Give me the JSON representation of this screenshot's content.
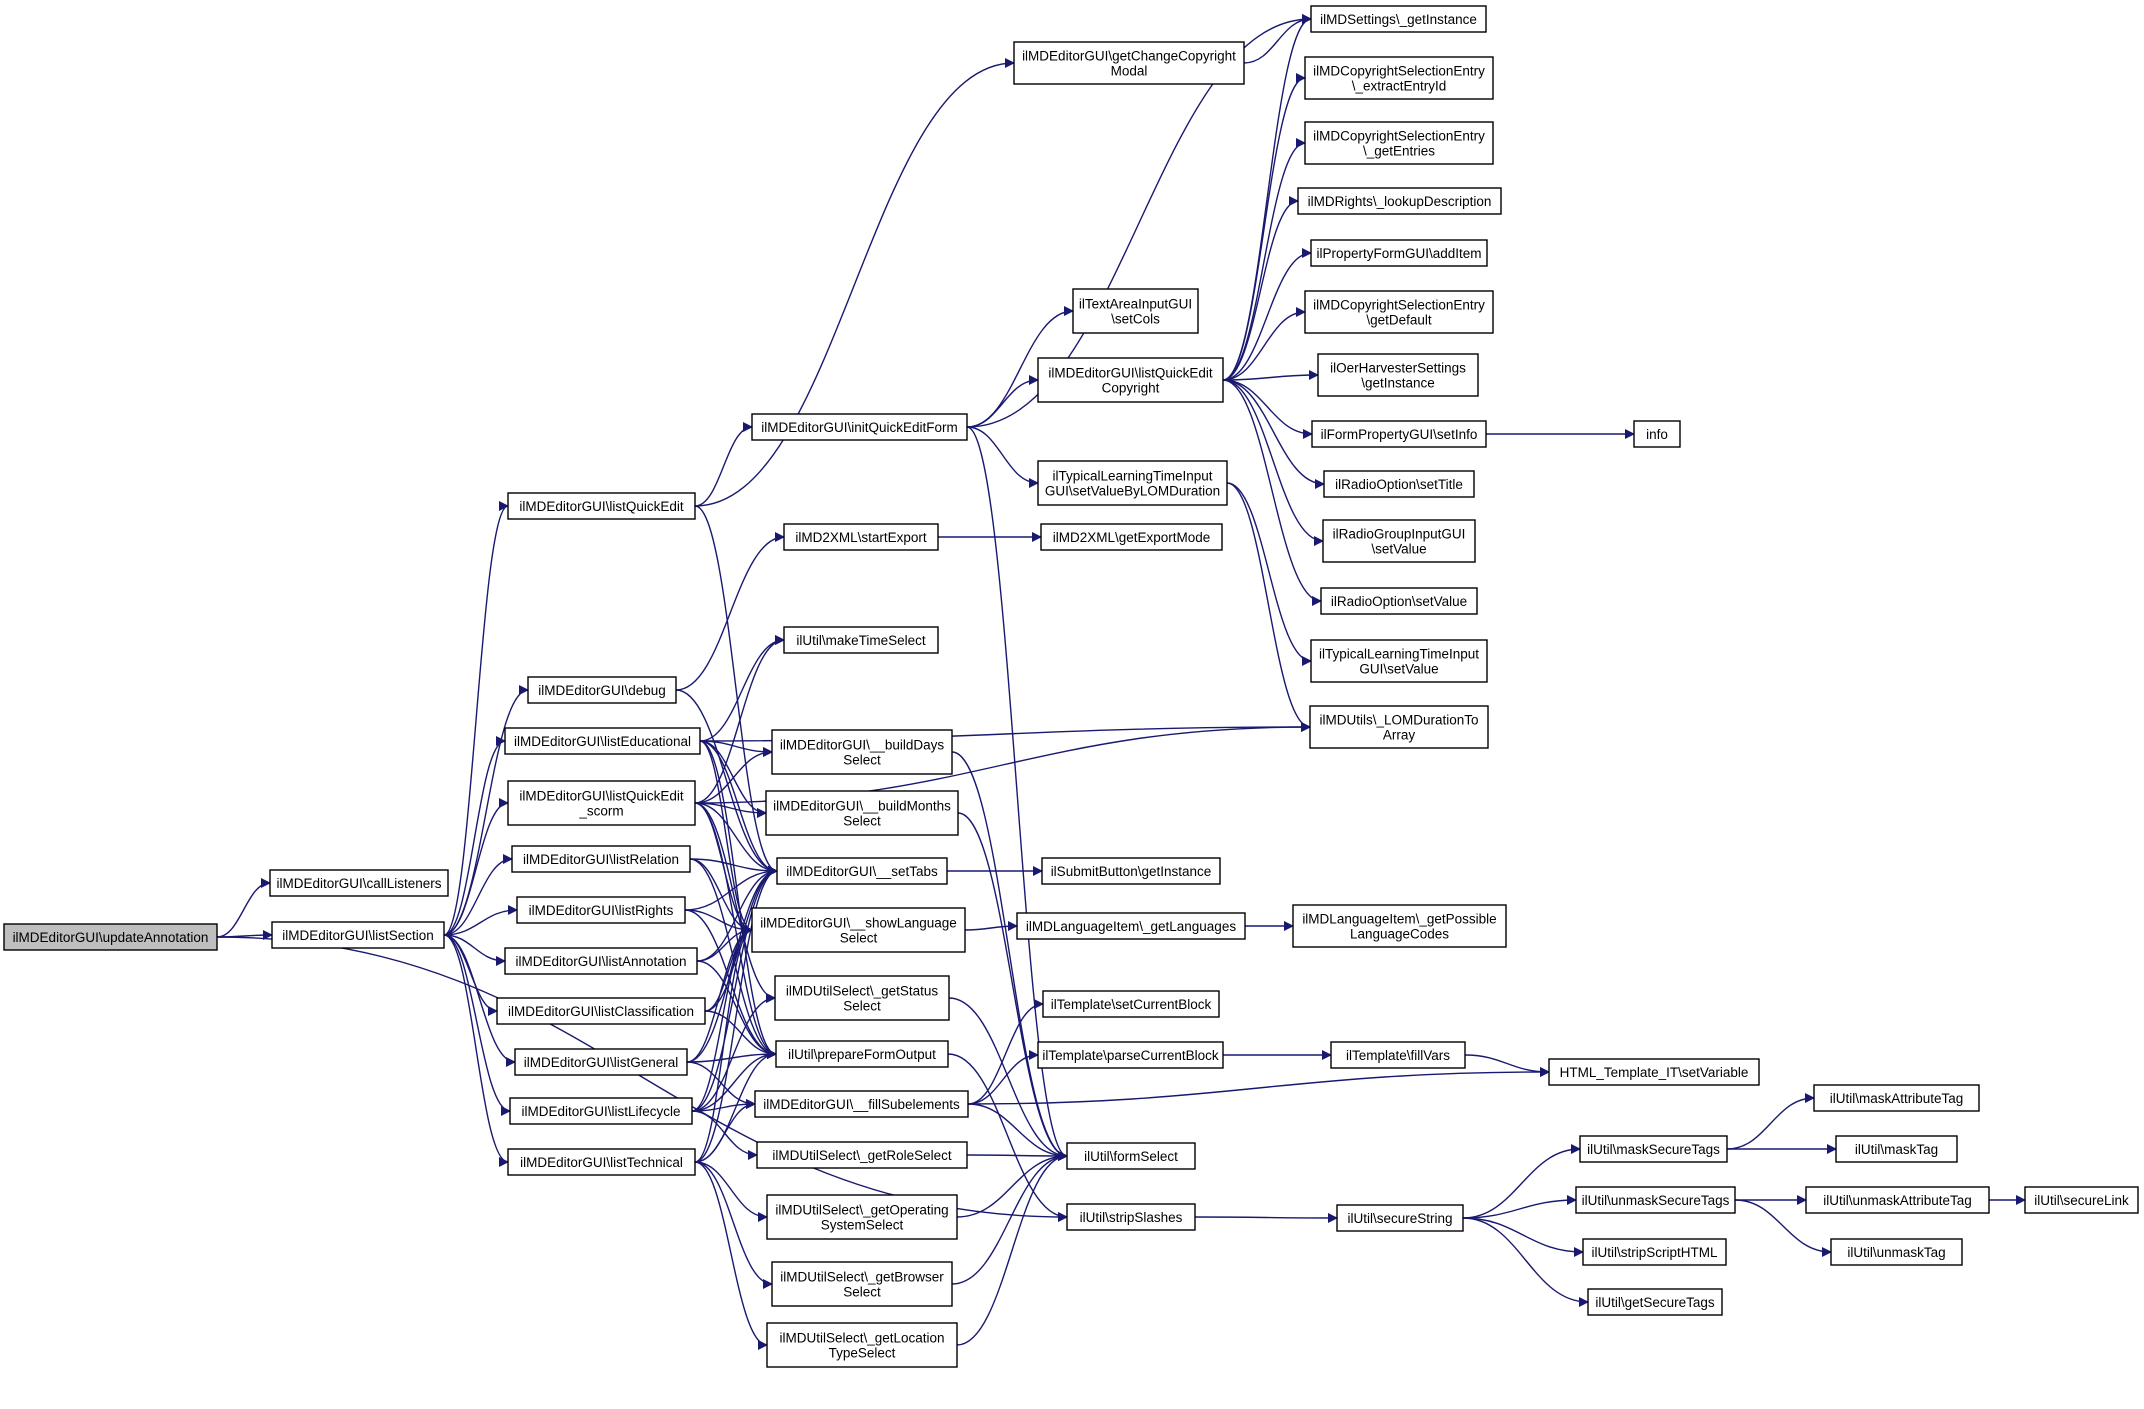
{
  "root": "ilMDEditorGUI\\updateAnnotation",
  "nodes": [
    {
      "id": "updateAnnotation",
      "lines": [
        "ilMDEditorGUI\\updateAnnotation"
      ],
      "root": true
    },
    {
      "id": "callListeners",
      "lines": [
        "ilMDEditorGUI\\callListeners"
      ]
    },
    {
      "id": "listSection",
      "lines": [
        "ilMDEditorGUI\\listSection"
      ]
    },
    {
      "id": "listQuickEdit",
      "lines": [
        "ilMDEditorGUI\\listQuickEdit"
      ]
    },
    {
      "id": "debug",
      "lines": [
        "ilMDEditorGUI\\debug"
      ]
    },
    {
      "id": "listEducational",
      "lines": [
        "ilMDEditorGUI\\listEducational"
      ]
    },
    {
      "id": "listQuickEditScorm",
      "lines": [
        "ilMDEditorGUI\\listQuickEdit",
        "_scorm"
      ]
    },
    {
      "id": "listRelation",
      "lines": [
        "ilMDEditorGUI\\listRelation"
      ]
    },
    {
      "id": "listRights",
      "lines": [
        "ilMDEditorGUI\\listRights"
      ]
    },
    {
      "id": "listAnnotation",
      "lines": [
        "ilMDEditorGUI\\listAnnotation"
      ]
    },
    {
      "id": "listClassification",
      "lines": [
        "ilMDEditorGUI\\listClassification"
      ]
    },
    {
      "id": "listGeneral",
      "lines": [
        "ilMDEditorGUI\\listGeneral"
      ]
    },
    {
      "id": "listLifecycle",
      "lines": [
        "ilMDEditorGUI\\listLifecycle"
      ]
    },
    {
      "id": "listTechnical",
      "lines": [
        "ilMDEditorGUI\\listTechnical"
      ]
    },
    {
      "id": "getChangeCopyrightModal",
      "lines": [
        "ilMDEditorGUI\\getChangeCopyright",
        "Modal"
      ]
    },
    {
      "id": "initQuickEditForm",
      "lines": [
        "ilMDEditorGUI\\initQuickEditForm"
      ]
    },
    {
      "id": "startExport",
      "lines": [
        "ilMD2XML\\startExport"
      ]
    },
    {
      "id": "makeTimeSelect",
      "lines": [
        "ilUtil\\makeTimeSelect"
      ]
    },
    {
      "id": "buildDaysSelect",
      "lines": [
        "ilMDEditorGUI\\__buildDays",
        "Select"
      ]
    },
    {
      "id": "buildMonthsSelect",
      "lines": [
        "ilMDEditorGUI\\__buildMonths",
        "Select"
      ]
    },
    {
      "id": "setTabs",
      "lines": [
        "ilMDEditorGUI\\__setTabs"
      ]
    },
    {
      "id": "showLanguageSelect",
      "lines": [
        "ilMDEditorGUI\\__showLanguage",
        "Select"
      ]
    },
    {
      "id": "getStatusSelect",
      "lines": [
        "ilMDUtilSelect\\_getStatus",
        "Select"
      ]
    },
    {
      "id": "prepareFormOutput",
      "lines": [
        "ilUtil\\prepareFormOutput"
      ]
    },
    {
      "id": "fillSubelements",
      "lines": [
        "ilMDEditorGUI\\__fillSubelements"
      ]
    },
    {
      "id": "getRoleSelect",
      "lines": [
        "ilMDUtilSelect\\_getRoleSelect"
      ]
    },
    {
      "id": "getOperatingSystemSelect",
      "lines": [
        "ilMDUtilSelect\\_getOperating",
        "SystemSelect"
      ]
    },
    {
      "id": "getBrowserSelect",
      "lines": [
        "ilMDUtilSelect\\_getBrowser",
        "Select"
      ]
    },
    {
      "id": "getLocationTypeSelect",
      "lines": [
        "ilMDUtilSelect\\_getLocation",
        "TypeSelect"
      ]
    },
    {
      "id": "setCols",
      "lines": [
        "ilTextAreaInputGUI",
        "\\setCols"
      ]
    },
    {
      "id": "listQuickEditCopyright",
      "lines": [
        "ilMDEditorGUI\\listQuickEdit",
        "Copyright"
      ]
    },
    {
      "id": "setValueByLOMDuration",
      "lines": [
        "ilTypicalLearningTimeInput",
        "GUI\\setValueByLOMDuration"
      ]
    },
    {
      "id": "getExportMode",
      "lines": [
        "ilMD2XML\\getExportMode"
      ]
    },
    {
      "id": "submitGetInstance",
      "lines": [
        "ilSubmitButton\\getInstance"
      ]
    },
    {
      "id": "getLanguages",
      "lines": [
        "ilMDLanguageItem\\_getLanguages"
      ]
    },
    {
      "id": "setCurrentBlock",
      "lines": [
        "ilTemplate\\setCurrentBlock"
      ]
    },
    {
      "id": "parseCurrentBlock",
      "lines": [
        "ilTemplate\\parseCurrentBlock"
      ]
    },
    {
      "id": "formSelect",
      "lines": [
        "ilUtil\\formSelect"
      ]
    },
    {
      "id": "stripSlashes",
      "lines": [
        "ilUtil\\stripSlashes"
      ]
    },
    {
      "id": "settingsGetInstance",
      "lines": [
        "ilMDSettings\\_getInstance"
      ]
    },
    {
      "id": "extractEntryId",
      "lines": [
        "ilMDCopyrightSelectionEntry",
        "\\_extractEntryId"
      ]
    },
    {
      "id": "getEntries",
      "lines": [
        "ilMDCopyrightSelectionEntry",
        "\\_getEntries"
      ]
    },
    {
      "id": "lookupDescription",
      "lines": [
        "ilMDRights\\_lookupDescription"
      ]
    },
    {
      "id": "addItem",
      "lines": [
        "ilPropertyFormGUI\\addItem"
      ]
    },
    {
      "id": "getDefault",
      "lines": [
        "ilMDCopyrightSelectionEntry",
        "\\getDefault"
      ]
    },
    {
      "id": "oerGetInstance",
      "lines": [
        "ilOerHarvesterSettings",
        "\\getInstance"
      ]
    },
    {
      "id": "setInfo",
      "lines": [
        "ilFormPropertyGUI\\setInfo"
      ]
    },
    {
      "id": "info",
      "lines": [
        "info"
      ]
    },
    {
      "id": "radioSetTitle",
      "lines": [
        "ilRadioOption\\setTitle"
      ]
    },
    {
      "id": "radioGroupSetValue",
      "lines": [
        "ilRadioGroupInputGUI",
        "\\setValue"
      ]
    },
    {
      "id": "radioSetValue",
      "lines": [
        "ilRadioOption\\setValue"
      ]
    },
    {
      "id": "tltSetValue",
      "lines": [
        "ilTypicalLearningTimeInput",
        "GUI\\setValue"
      ]
    },
    {
      "id": "lomDurationToArray",
      "lines": [
        "ilMDUtils\\_LOMDurationTo",
        "Array"
      ]
    },
    {
      "id": "getPossibleLanguageCodes",
      "lines": [
        "ilMDLanguageItem\\_getPossible",
        "LanguageCodes"
      ]
    },
    {
      "id": "fillVars",
      "lines": [
        "ilTemplate\\fillVars"
      ]
    },
    {
      "id": "htmlSetVariable",
      "lines": [
        "HTML_Template_IT\\setVariable"
      ]
    },
    {
      "id": "secureString",
      "lines": [
        "ilUtil\\secureString"
      ]
    },
    {
      "id": "maskSecureTags",
      "lines": [
        "ilUtil\\maskSecureTags"
      ]
    },
    {
      "id": "unmaskSecureTags",
      "lines": [
        "ilUtil\\unmaskSecureTags"
      ]
    },
    {
      "id": "stripScriptHTML",
      "lines": [
        "ilUtil\\stripScriptHTML"
      ]
    },
    {
      "id": "getSecureTags",
      "lines": [
        "ilUtil\\getSecureTags"
      ]
    },
    {
      "id": "maskAttributeTag",
      "lines": [
        "ilUtil\\maskAttributeTag"
      ]
    },
    {
      "id": "maskTag",
      "lines": [
        "ilUtil\\maskTag"
      ]
    },
    {
      "id": "unmaskAttributeTag",
      "lines": [
        "ilUtil\\unmaskAttributeTag"
      ]
    },
    {
      "id": "unmaskTag",
      "lines": [
        "ilUtil\\unmaskTag"
      ]
    },
    {
      "id": "secureLink",
      "lines": [
        "ilUtil\\secureLink"
      ]
    }
  ],
  "edges": [
    [
      "updateAnnotation",
      "callListeners"
    ],
    [
      "updateAnnotation",
      "listSection"
    ],
    [
      "updateAnnotation",
      "stripSlashes"
    ],
    [
      "listSection",
      "listQuickEdit"
    ],
    [
      "listSection",
      "debug"
    ],
    [
      "listSection",
      "listEducational"
    ],
    [
      "listSection",
      "listQuickEditScorm"
    ],
    [
      "listSection",
      "listRelation"
    ],
    [
      "listSection",
      "listRights"
    ],
    [
      "listSection",
      "listAnnotation"
    ],
    [
      "listSection",
      "listClassification"
    ],
    [
      "listSection",
      "listGeneral"
    ],
    [
      "listSection",
      "listLifecycle"
    ],
    [
      "listSection",
      "listTechnical"
    ],
    [
      "listQuickEdit",
      "getChangeCopyrightModal"
    ],
    [
      "listQuickEdit",
      "initQuickEditForm"
    ],
    [
      "listQuickEdit",
      "setTabs"
    ],
    [
      "debug",
      "startExport"
    ],
    [
      "debug",
      "setTabs"
    ],
    [
      "listEducational",
      "buildDaysSelect"
    ],
    [
      "listEducational",
      "buildMonthsSelect"
    ],
    [
      "listEducational",
      "setTabs"
    ],
    [
      "listEducational",
      "showLanguageSelect"
    ],
    [
      "listEducational",
      "prepareFormOutput"
    ],
    [
      "listEducational",
      "lomDurationToArray"
    ],
    [
      "listEducational",
      "makeTimeSelect"
    ],
    [
      "listQuickEditScorm",
      "buildDaysSelect"
    ],
    [
      "listQuickEditScorm",
      "buildMonthsSelect"
    ],
    [
      "listQuickEditScorm",
      "setTabs"
    ],
    [
      "listQuickEditScorm",
      "showLanguageSelect"
    ],
    [
      "listQuickEditScorm",
      "prepareFormOutput"
    ],
    [
      "listQuickEditScorm",
      "getStatusSelect"
    ],
    [
      "listQuickEditScorm",
      "makeTimeSelect"
    ],
    [
      "listQuickEditScorm",
      "lomDurationToArray"
    ],
    [
      "listRelation",
      "setTabs"
    ],
    [
      "listRelation",
      "showLanguageSelect"
    ],
    [
      "listRelation",
      "prepareFormOutput"
    ],
    [
      "listRights",
      "setTabs"
    ],
    [
      "listRights",
      "showLanguageSelect"
    ],
    [
      "listRights",
      "prepareFormOutput"
    ],
    [
      "listAnnotation",
      "setTabs"
    ],
    [
      "listAnnotation",
      "showLanguageSelect"
    ],
    [
      "listAnnotation",
      "prepareFormOutput"
    ],
    [
      "listClassification",
      "setTabs"
    ],
    [
      "listClassification",
      "showLanguageSelect"
    ],
    [
      "listClassification",
      "prepareFormOutput"
    ],
    [
      "listGeneral",
      "setTabs"
    ],
    [
      "listGeneral",
      "showLanguageSelect"
    ],
    [
      "listGeneral",
      "prepareFormOutput"
    ],
    [
      "listGeneral",
      "fillSubelements"
    ],
    [
      "listLifecycle",
      "setTabs"
    ],
    [
      "listLifecycle",
      "showLanguageSelect"
    ],
    [
      "listLifecycle",
      "getStatusSelect"
    ],
    [
      "listLifecycle",
      "prepareFormOutput"
    ],
    [
      "listLifecycle",
      "fillSubelements"
    ],
    [
      "listLifecycle",
      "getRoleSelect"
    ],
    [
      "listTechnical",
      "setTabs"
    ],
    [
      "listTechnical",
      "showLanguageSelect"
    ],
    [
      "listTechnical",
      "prepareFormOutput"
    ],
    [
      "listTechnical",
      "fillSubelements"
    ],
    [
      "listTechnical",
      "getOperatingSystemSelect"
    ],
    [
      "listTechnical",
      "getBrowserSelect"
    ],
    [
      "listTechnical",
      "getLocationTypeSelect"
    ],
    [
      "getChangeCopyrightModal",
      "settingsGetInstance"
    ],
    [
      "initQuickEditForm",
      "setCols"
    ],
    [
      "initQuickEditForm",
      "listQuickEditCopyright"
    ],
    [
      "initQuickEditForm",
      "setValueByLOMDuration"
    ],
    [
      "initQuickEditForm",
      "settingsGetInstance"
    ],
    [
      "initQuickEditForm",
      "formSelect"
    ],
    [
      "startExport",
      "getExportMode"
    ],
    [
      "buildDaysSelect",
      "formSelect"
    ],
    [
      "buildMonthsSelect",
      "formSelect"
    ],
    [
      "setTabs",
      "submitGetInstance"
    ],
    [
      "showLanguageSelect",
      "getLanguages"
    ],
    [
      "getStatusSelect",
      "formSelect"
    ],
    [
      "prepareFormOutput",
      "stripSlashes"
    ],
    [
      "fillSubelements",
      "setCurrentBlock"
    ],
    [
      "fillSubelements",
      "parseCurrentBlock"
    ],
    [
      "fillSubelements",
      "htmlSetVariable"
    ],
    [
      "fillSubelements",
      "formSelect"
    ],
    [
      "getRoleSelect",
      "formSelect"
    ],
    [
      "getOperatingSystemSelect",
      "formSelect"
    ],
    [
      "getBrowserSelect",
      "formSelect"
    ],
    [
      "getLocationTypeSelect",
      "formSelect"
    ],
    [
      "listQuickEditCopyright",
      "settingsGetInstance"
    ],
    [
      "listQuickEditCopyright",
      "extractEntryId"
    ],
    [
      "listQuickEditCopyright",
      "getEntries"
    ],
    [
      "listQuickEditCopyright",
      "lookupDescription"
    ],
    [
      "listQuickEditCopyright",
      "addItem"
    ],
    [
      "listQuickEditCopyright",
      "getDefault"
    ],
    [
      "listQuickEditCopyright",
      "oerGetInstance"
    ],
    [
      "listQuickEditCopyright",
      "setInfo"
    ],
    [
      "listQuickEditCopyright",
      "radioSetTitle"
    ],
    [
      "listQuickEditCopyright",
      "radioGroupSetValue"
    ],
    [
      "listQuickEditCopyright",
      "radioSetValue"
    ],
    [
      "setValueByLOMDuration",
      "tltSetValue"
    ],
    [
      "setValueByLOMDuration",
      "lomDurationToArray"
    ],
    [
      "setInfo",
      "info"
    ],
    [
      "getLanguages",
      "getPossibleLanguageCodes"
    ],
    [
      "parseCurrentBlock",
      "fillVars"
    ],
    [
      "fillVars",
      "htmlSetVariable"
    ],
    [
      "stripSlashes",
      "secureString"
    ],
    [
      "secureString",
      "maskSecureTags"
    ],
    [
      "secureString",
      "unmaskSecureTags"
    ],
    [
      "secureString",
      "stripScriptHTML"
    ],
    [
      "secureString",
      "getSecureTags"
    ],
    [
      "maskSecureTags",
      "maskAttributeTag"
    ],
    [
      "maskSecureTags",
      "maskTag"
    ],
    [
      "unmaskSecureTags",
      "unmaskAttributeTag"
    ],
    [
      "unmaskSecureTags",
      "unmaskTag"
    ],
    [
      "unmaskAttributeTag",
      "secureLink"
    ]
  ]
}
